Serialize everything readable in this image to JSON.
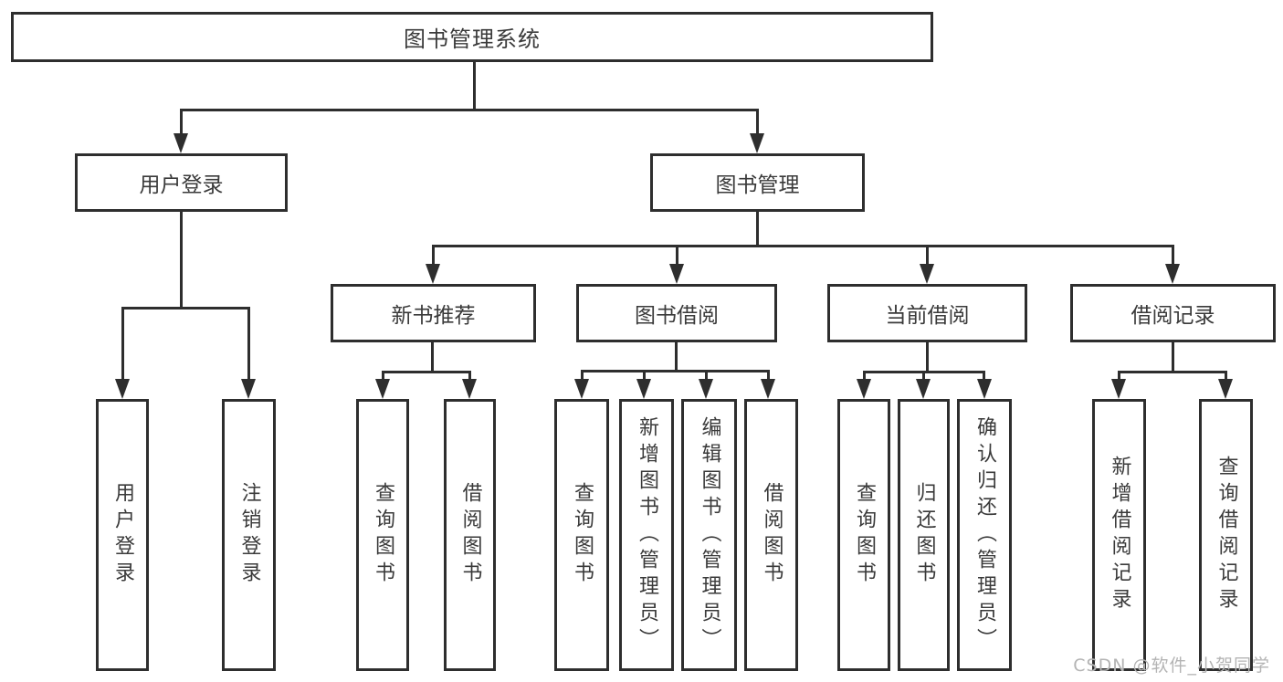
{
  "diagram": {
    "title": "图书管理系统",
    "background_color": "#ffffff",
    "line_color": "#2e2e2e",
    "box_border_color": "#2e2e2e",
    "text_color": "#3a3a3a",
    "nodes": {
      "root": {
        "label": "图书管理系统"
      },
      "user_login": {
        "label": "用户登录"
      },
      "book_mgmt": {
        "label": "图书管理"
      },
      "new_books": {
        "label": "新书推荐"
      },
      "book_borrow": {
        "label": "图书借阅"
      },
      "current_borrow": {
        "label": "当前借阅"
      },
      "borrow_records": {
        "label": "借阅记录"
      },
      "leaf_user_login": {
        "label": "用户登录"
      },
      "leaf_logout": {
        "label": "注销登录"
      },
      "leaf_query_books_new": {
        "label": "查询图书"
      },
      "leaf_borrow_books_new": {
        "label": "借阅图书"
      },
      "leaf_query_books_borrow": {
        "label": "查询图书"
      },
      "leaf_add_books": {
        "label": "新增图书（管理员）"
      },
      "leaf_edit_books": {
        "label": "编辑图书（管理员）"
      },
      "leaf_borrow_books": {
        "label": "借阅图书"
      },
      "leaf_query_books_current": {
        "label": "查询图书"
      },
      "leaf_return_books": {
        "label": "归还图书"
      },
      "leaf_confirm_return": {
        "label": "确认归还（管理员）"
      },
      "leaf_add_borrow_record": {
        "label": "新增借阅记录"
      },
      "leaf_query_borrow_record": {
        "label": "查询借阅记录"
      }
    },
    "hierarchy": {
      "图书管理系统": {
        "用户登录": [
          "用户登录",
          "注销登录"
        ],
        "图书管理": {
          "新书推荐": [
            "查询图书",
            "借阅图书"
          ],
          "图书借阅": [
            "查询图书",
            "新增图书（管理员）",
            "编辑图书（管理员）",
            "借阅图书"
          ],
          "当前借阅": [
            "查询图书",
            "归还图书",
            "确认归还（管理员）"
          ],
          "借阅记录": [
            "新增借阅记录",
            "查询借阅记录"
          ]
        }
      }
    }
  },
  "watermark": {
    "text": "CSDN @软件_小贺同学",
    "color": "#b4b4b4"
  }
}
